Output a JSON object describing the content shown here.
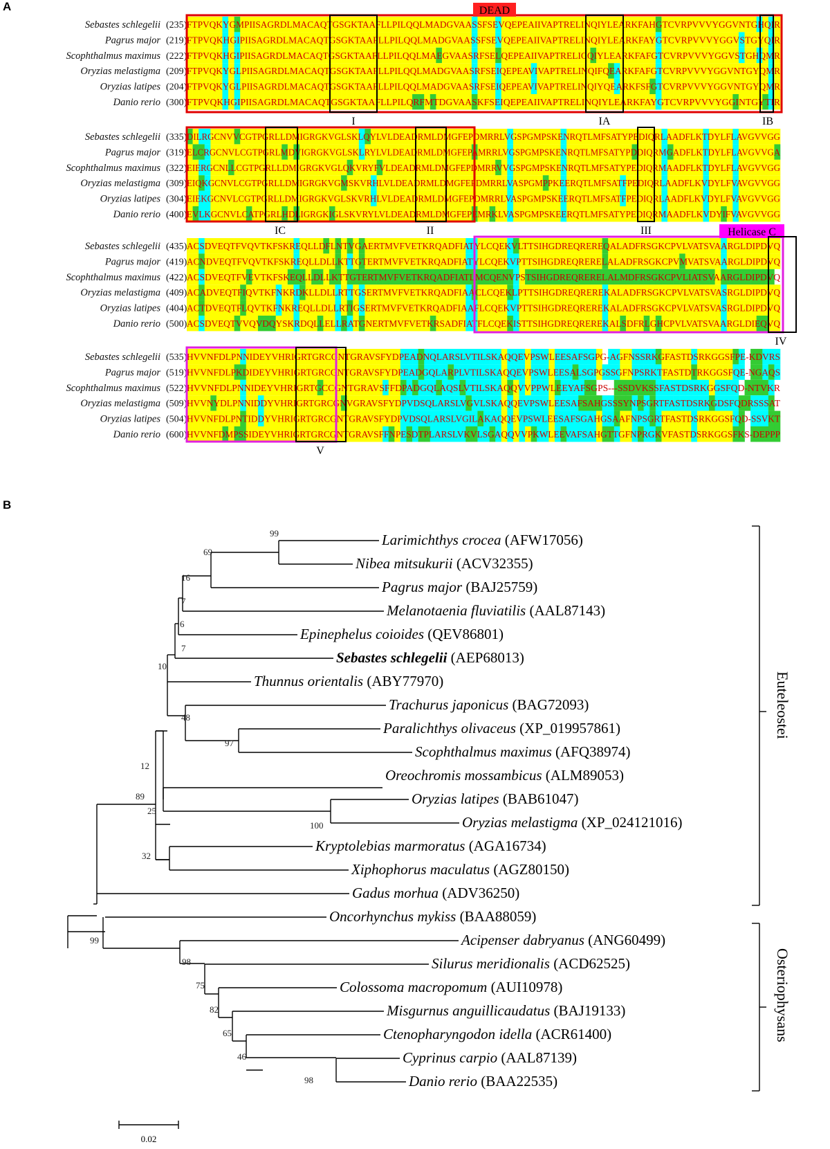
{
  "panel_a": {
    "letter": "A",
    "domain_labels": {
      "dead": "DEAD",
      "helicase": "Helicase C"
    },
    "motif_labels": [
      "I",
      "IA",
      "IB",
      "IC",
      "II",
      "III",
      "IV",
      "V"
    ],
    "colors": {
      "identical": "#ffff00",
      "conserved": "#00ffff",
      "similar": "#33cc33",
      "residue_text": "#cc0000",
      "dead_box": "#e00000",
      "helicase_box": "#e020e0",
      "helicase_label_bg": "#ff00ff",
      "dead_label_bg": "#ff2020"
    },
    "blocks": [
      {
        "rows": [
          {
            "species": "Sebastes schlegelii",
            "pos": "(235)",
            "seq": "FTPVQKYGMPIISAGRDLMACAQTGSGKTAAFLLPILQQLMADGVAASSFSEVQEPEAIIVAPTRELINQIYLEARKFAHGTCVRPVVVYGGVNTGHQIR"
          },
          {
            "species": "Pagrus major",
            "pos": "(219)",
            "seq": "FTPVQKHGIPIISAGRDLMACAQTGSGKTAAFLLPILQQLMADGVAASSFSEVQEPEAIIVAPTRELINQIYLEARKFAYGTCVRPVVVYGGVSTGYQIR"
          },
          {
            "species": "Scophthalmus maximus",
            "pos": "(222)",
            "seq": "FTPVQKHGIPIISAGRDLMACAQTGSGKTAAFLLPILQQLMAEGVAASRFSELQEPEAIIVAPTRELICQIYLEARKFAFGTCVRPVVVYGGVSTGHQMR"
          },
          {
            "species": "Oryzias melastigma",
            "pos": "(209)",
            "seq": "FTPVQKYGLPIISAGRDLMACAQTGSGKTAAFLLPILQQLMADGVAASRFSEIQEPEAVIVAPTRELINQIFQEARKFAFGTCVRPVVVYGGVNTGYQMR"
          },
          {
            "species": "Oryzias latipes",
            "pos": "(204)",
            "seq": "FTPVQKYGLPIISAGRDLMACAQTGSGKTAAFLLPILQQLMADGVAASRFSEIQEPEAVIVAPTRELINQIYQEARKFSFGTCVRPVVVYGGVNTGYQMR"
          },
          {
            "species": "Danio rerio",
            "pos": "(300)",
            "seq": "FTPVQKHGIPIISAGRDLMACAQTGSGKTAAFLLPILQRFMTDGVAASKFSEIQEPEAIIVAPTRELINQIYLEARKFAYGTCVRPVVVYGGINTGYTIR"
          }
        ]
      },
      {
        "rows": [
          {
            "species": "Sebastes schlegelii",
            "pos": "(335)",
            "seq": "DILRGCNVVCGTPGRLLDMIGRGKVGLSKLQYLVLDEADRMLDMGFEPDMRRLVGSPGMPSKENRQTLMFSATYPEDIQRLAADFLKTDYLFLAVGVVGG"
          },
          {
            "species": "Pagrus major",
            "pos": "(319)",
            "seq": "ELCRGCNVLCGTPGRLMDVIGRGKVGLSKLRYLVLDEADRMLDMGFEPAMRRLVGSPGMPSKENRQTLMFSATYPDDIQRMGADFLKTDYLFLAVGVVGA"
          },
          {
            "species": "Scophthalmus maximus",
            "pos": "(322)",
            "seq": "EIERGCNLLCGTPGRLLDMIGRGKVGLQKVRYFVLDEADRMLDMGFEPDMRRVVGSPGMPSKENRQTLMFSATYPEDIQRMAADFLKTDYLFLAVGVVGG"
          },
          {
            "species": "Oryzias melastigma",
            "pos": "(309)",
            "seq": "EIQKGCNVLCGTPGRLLDMIGRGKVGMSKVRHLVLDEADRMLDMGFEPDMRRLVASPGMPPKEERQTLMFSATFPEDIQRLAADFLKVDYLFVAVGVVGG"
          },
          {
            "species": "Oryzias latipes",
            "pos": "(304)",
            "seq": "EIEKGCNVLCGTPGRLLDMIGRGKVGLSKVRHLVLDEADRMLDMGFEPDMRRLVASPGMPSKEERQTLMFSATFPEDIQRLAADFLKVDYLFVAVGVVGG"
          },
          {
            "species": "Danio rerio",
            "pos": "(400)",
            "seq": "EVLKGCNVLCATPGRLHDLIGRGKIGLSKVRYLVLDEADRMLDMGFEPEMRKLVASPGMPSKEERQTLMFSATYPEDIQRMAADFLKVDYIFVAVGVVGG"
          }
        ]
      },
      {
        "rows": [
          {
            "species": "Sebastes schlegelii",
            "pos": "(435)",
            "seq": "ACSDVEQTFVQVTKFSKREQLLDFLNTVGAERTMVFVETKRQADFIATYLCQEKVLTTSIHGDREQREREQALADFRSGKCPVLVATSVAARGLDIPDVQ"
          },
          {
            "species": "Pagrus major",
            "pos": "(419)",
            "seq": "ACNDVEQTFVQVTKFSKREQLLDLLKTTGTERTMVFVETKRQADFIATYLCQEKVPTTSIHGDREQRERELALADFRSGKCPVMVATSVAARGLDIPDVQ"
          },
          {
            "species": "Scophthalmus maximus",
            "pos": "(422)",
            "seq": "ACSDVEQTFVEVTKFSKEQLLDLLKTTGTERTMVFVETKRQADFIATLMCQENVPSTSIHGDREQRERELALMDFRSGKCPVLIATSVAARGLDIPDVQ"
          },
          {
            "species": "Oryzias melastigma",
            "pos": "(409)",
            "seq": "ACADVEQTFIQVTKFNKRDKLLDLLRTTGSERTMVFVETKRQADFIAACLCQEKLPTTSIHGDREQREREKALADFRSGKCPVLVATSVASRGLDIPDVQ"
          },
          {
            "species": "Oryzias latipes",
            "pos": "(404)",
            "seq": "ACTDVEQTFLQVTKFNKREQLLDLLRTIGSERTMVFVETKRQADFIAAFLCQEKVPTTSIHGDREQREREKALADFRSGKCPVLVATSVASRGLDIPDVQ"
          },
          {
            "species": "Danio rerio",
            "pos": "(500)",
            "seq": "ACSDVEQTVVQVDQYSKRDQLLELLRATGNERTMVFVETKRSADFIATFLCQEKISTTSIHGDREQREREKALSDFRLGHCPVLVATSVAARGLDIEQVQ"
          }
        ]
      },
      {
        "rows": [
          {
            "species": "Sebastes schlegelii",
            "pos": "(535)",
            "seq": "HVVNFDLPNNIDEYVHRIGRTGRCGNTGRAVSFYDPEADNQLARSLVTILSKAQQEVPSWLEESAFSGPG-AGFNSSRKGFASTDSRKGGSFPE-KDVRS"
          },
          {
            "species": "Pagrus major",
            "pos": "(519)",
            "seq": "HVVNFDLPKDIDEYVHRIGRTGRCGNTGRAVSFYDPEADGQLARPLVTILSKAQQEVPSWLEESALSGPGSSGFNPSRKTFASTDTRKGGSFQE-NGAQS"
          },
          {
            "species": "Scophthalmus maximus",
            "pos": "(522)",
            "seq": "HVVNFDLPNNIDEYVHRIGRTGCCGNTGRAVSFFDPADGQLAQSLVTILSKAQQVVPPWLEEYAFSGPS---SSDVKSSFASTDSRKGGSFQD-NTVKR"
          },
          {
            "species": "Oryzias melastigma",
            "pos": "(509)",
            "seq": "HVVNYDLPNNIDDYVHRIGRTGRCGNVGRAVSFYDPVDSQLARSLVGVLSKAQQEVPSWLEESAFSAHGSSSYNPSGRTFASTDSRKGDSFQDRSSSAT"
          },
          {
            "species": "Oryzias latipes",
            "pos": "(504)",
            "seq": "HVVNFDLPNTIDDYVHRIGRTGRCGNTGRAVSFYDPVDSQLARSLVGILAKAQQEVPSWLEESAFSGAHGSAAFNPSGRTFASTDSRKGGSFQD-SSVKT"
          },
          {
            "species": "Danio rerio",
            "pos": "(600)",
            "seq": "HVVNFDMPSSIDEYVHRIGRTGRCGNTGRAVSFFNPESDTPLARSLVKVLSGAQQVVPKWLEEVAFSAHGTTGFNPRGKVFASTDSRKGGSFKS-DEPPP"
          }
        ]
      }
    ]
  },
  "panel_b": {
    "letter": "B",
    "scale_label": "0.02",
    "clades": {
      "euteleostei": "Euteleostei",
      "osteriophysans": "Osteriophysans"
    },
    "taxa": [
      {
        "name": "Larimichthys crocea",
        "acc": "(AFW17056)",
        "bold": false
      },
      {
        "name": "Nibea mitsukurii",
        "acc": "(ACV32355)",
        "bold": false
      },
      {
        "name": "Pagrus major",
        "acc": "(BAJ25759)",
        "bold": false
      },
      {
        "name": "Melanotaenia fluviatilis",
        "acc": "(AAL87143)",
        "bold": false
      },
      {
        "name": "Epinephelus coioides",
        "acc": "(QEV86801)",
        "bold": false
      },
      {
        "name": "Sebastes schlegelii",
        "acc": "(AEP68013)",
        "bold": true
      },
      {
        "name": "Thunnus orientalis",
        "acc": "(ABY77970)",
        "bold": false
      },
      {
        "name": "Trachurus japonicus",
        "acc": "(BAG72093)",
        "bold": false
      },
      {
        "name": "Paralichthys olivaceus",
        "acc": "(XP_019957861)",
        "bold": false
      },
      {
        "name": "Scophthalmus maximus",
        "acc": "(AFQ38974)",
        "bold": false
      },
      {
        "name": "Oreochromis mossambicus",
        "acc": "(ALM89053)",
        "bold": false
      },
      {
        "name": "Oryzias latipes",
        "acc": "(BAB61047)",
        "bold": false
      },
      {
        "name": "Oryzias melastigma",
        "acc": "(XP_024121016)",
        "bold": false
      },
      {
        "name": "Kryptolebias marmoratus",
        "acc": "(AGA16734)",
        "bold": false
      },
      {
        "name": "Xiphophorus maculatus",
        "acc": "(AGZ80150)",
        "bold": false
      },
      {
        "name": "Gadus morhua",
        "acc": "(ADV36250)",
        "bold": false
      },
      {
        "name": "Oncorhynchus mykiss",
        "acc": "(BAA88059)",
        "bold": false
      },
      {
        "name": "Acipenser dabryanus",
        "acc": "(ANG60499)",
        "bold": false
      },
      {
        "name": "Silurus meridionalis",
        "acc": "(ACD62525)",
        "bold": false
      },
      {
        "name": "Colossoma macropomum",
        "acc": "(AUI10978)",
        "bold": false
      },
      {
        "name": "Misgurnus anguillicaudatus",
        "acc": "(BAJ19133)",
        "bold": false
      },
      {
        "name": "Ctenopharyngodon idella",
        "acc": "(ACR61400)",
        "bold": false
      },
      {
        "name": "Cyprinus carpio",
        "acc": "(AAL87139)",
        "bold": false
      },
      {
        "name": "Danio rerio",
        "acc": "(BAA22535)",
        "bold": false
      }
    ],
    "bootstrap": [
      "99",
      "69",
      "16",
      "7",
      "6",
      "7",
      "10",
      "48",
      "97",
      "12",
      "89",
      "25",
      "100",
      "32",
      "99",
      "98",
      "75",
      "82",
      "65",
      "46",
      "98"
    ]
  }
}
